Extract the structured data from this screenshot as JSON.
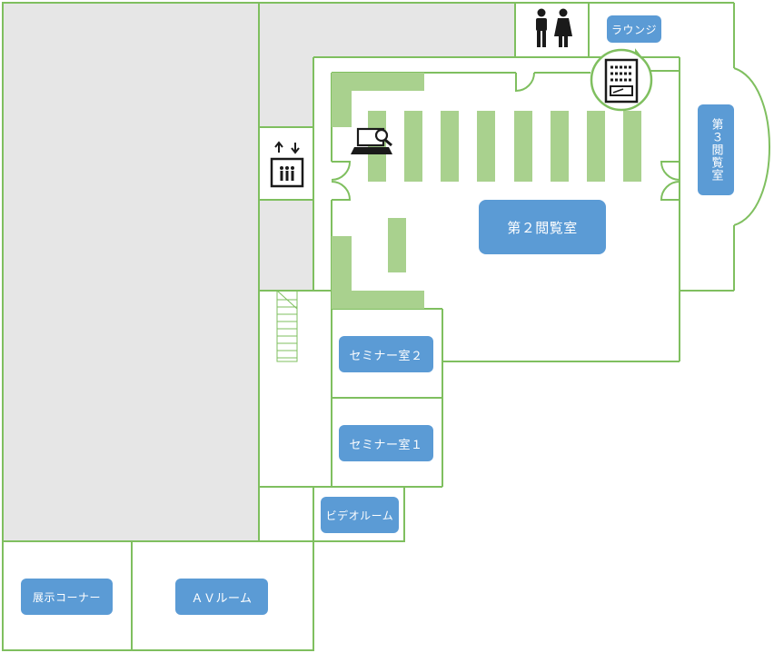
{
  "rooms": {
    "reading_room_2": "第２閲覧室",
    "reading_room_3": "第３閲覧室",
    "lounge": "ラウンジ",
    "seminar_room_2": "セミナー室２",
    "seminar_room_1": "セミナー室１",
    "video_room": "ビデオルーム",
    "exhibition_corner": "展示コーナー",
    "av_room": "ＡＶルーム"
  },
  "icons": [
    "restroom-icon",
    "vending-machine-icon",
    "elevator-icon",
    "pc-search-icon"
  ],
  "colors": {
    "wall": "#7fbf5f",
    "shelf": "#a9d18e",
    "label_bg": "#5b9bd5",
    "closed_area": "#e6e6e6"
  }
}
